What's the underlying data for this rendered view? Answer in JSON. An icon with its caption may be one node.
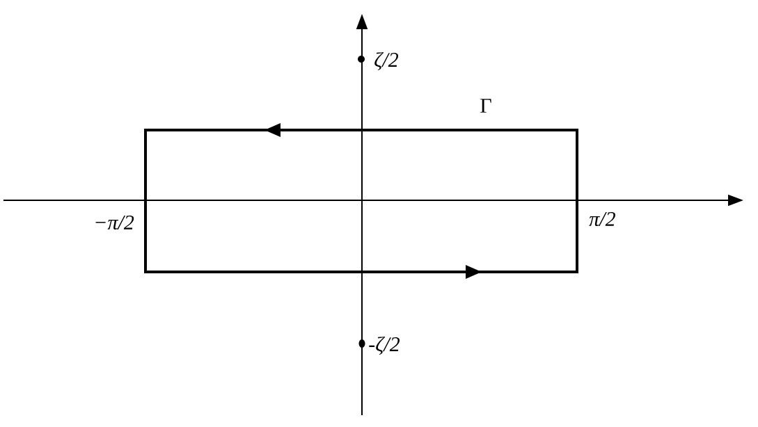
{
  "diagram": {
    "labels": [
      "ζ/2",
      "Γ",
      "−π/2",
      "π/2",
      "-ζ/2"
    ]
  }
}
